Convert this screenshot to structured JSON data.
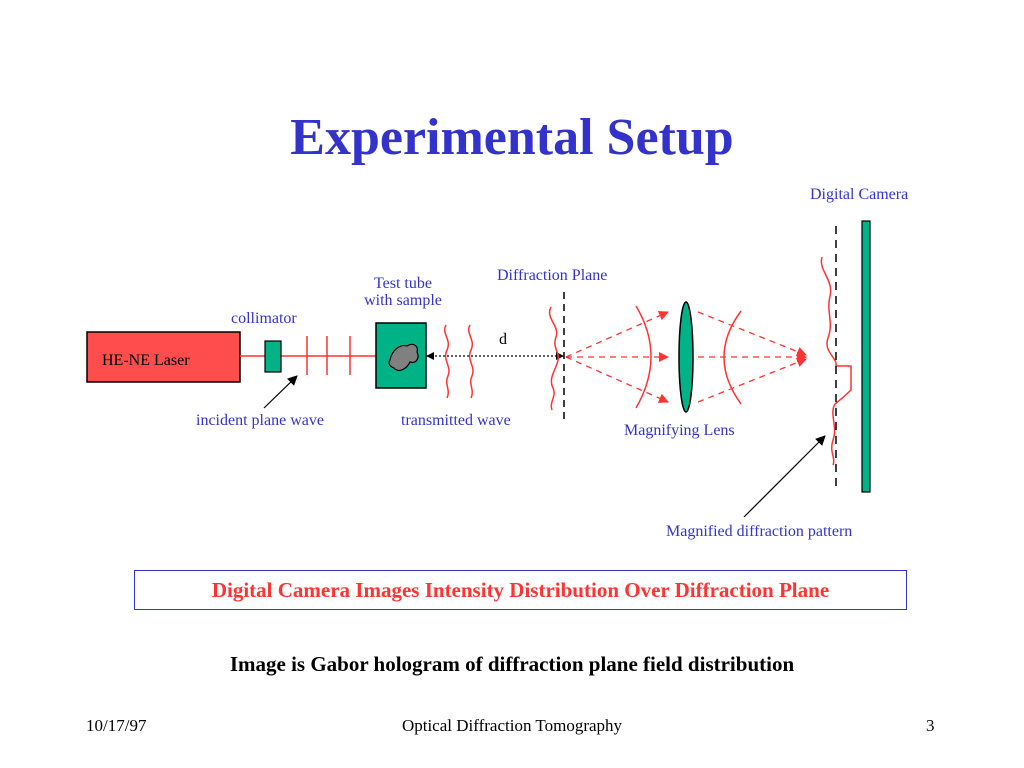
{
  "title": "Experimental Setup",
  "labels": {
    "digital_camera": "Digital Camera",
    "diffraction_plane": "Diffraction Plane",
    "test_tube_line1": "Test tube",
    "test_tube_line2": "with sample",
    "collimator": "collimator",
    "laser": "HE-NE Laser",
    "distance": "d",
    "incident_wave": "incident plane wave",
    "transmitted_wave": "transmitted  wave",
    "magnifying_lens": "Magnifying Lens",
    "magnified_pattern": "Magnified diffraction pattern"
  },
  "callout": "Digital Camera Images Intensity Distribution Over Diffraction Plane",
  "subtitle": "Image is Gabor hologram of diffraction plane field distribution",
  "footer": {
    "date": "10/17/97",
    "center": "Optical Diffraction Tomography",
    "page": "3"
  },
  "colors": {
    "title": "#3333cc",
    "label": "#3333cc",
    "ray": "#ff3333",
    "laser_fill": "#ff4d4d",
    "component_fill": "#00b386"
  }
}
